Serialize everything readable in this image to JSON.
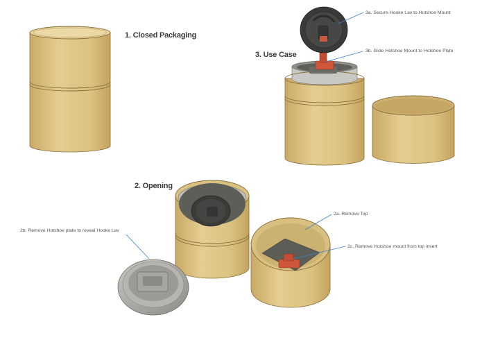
{
  "headings": {
    "closed": "1. Closed Packaging",
    "opening": "2. Opening",
    "use_case": "3. Use Case"
  },
  "annotations": {
    "a3a": "3a. Secure Hooke Lav to Hotshoe Mount",
    "a3b": "3b. Slide Hotshoe Mount to Hotshoe Plate",
    "a2a": "2a. Remove Top",
    "a2b": "2b. Remove Hotshoe plate to reveal Hooke Lav",
    "a2c": "2c. Remove Hotshoe mount from top insert"
  },
  "colors": {
    "tube": "#d8bd78",
    "tube_light": "#e3cc8e",
    "tube_dark": "#b99a55",
    "tube_line": "#8a6f3a",
    "foam": "#5f5f5a",
    "device": "#3f403d",
    "mount": "#d0563a",
    "metal": "#a9a7a1",
    "leader": "#3a7fd0"
  }
}
